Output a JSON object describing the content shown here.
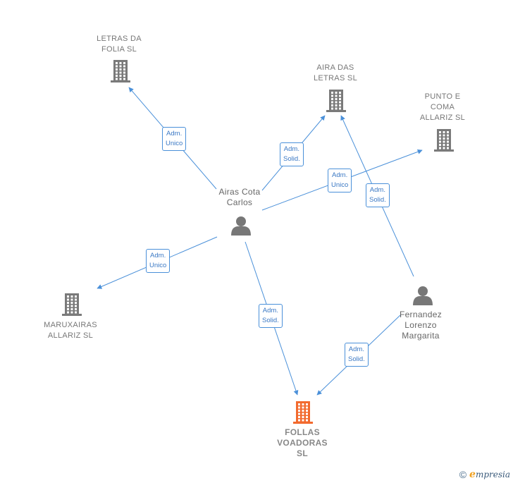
{
  "nodes": [
    {
      "id": "letras_folia",
      "kind": "company",
      "label": "LETRAS DA\nFOLIA  SL"
    },
    {
      "id": "aira_letras",
      "kind": "company",
      "label": "AIRA DAS\nLETRAS SL"
    },
    {
      "id": "punto_coma",
      "kind": "company",
      "label": "PUNTO E\nCOMA\nALLARIZ  SL"
    },
    {
      "id": "maruxairas",
      "kind": "company",
      "label": "MARUXAIRAS\nALLARIZ  SL"
    },
    {
      "id": "follas",
      "kind": "focus",
      "label": "FOLLAS\nVOADORAS\nSL"
    },
    {
      "id": "airas_cota",
      "kind": "person",
      "label": "Airas Cota\nCarlos"
    },
    {
      "id": "fernandez",
      "kind": "person",
      "label": "Fernandez\nLorenzo\nMargarita"
    }
  ],
  "edges": [
    {
      "from": "airas_cota",
      "to": "letras_folia",
      "label": "Adm.\nUnico"
    },
    {
      "from": "airas_cota",
      "to": "aira_letras",
      "label": "Adm.\nSolid."
    },
    {
      "from": "airas_cota",
      "to": "punto_coma",
      "label": "Adm.\nUnico"
    },
    {
      "from": "airas_cota",
      "to": "maruxairas",
      "label": "Adm.\nUnico"
    },
    {
      "from": "airas_cota",
      "to": "follas",
      "label": "Adm.\nSolid."
    },
    {
      "from": "fernandez",
      "to": "aira_letras",
      "label": "Adm.\nSolid."
    },
    {
      "from": "fernandez",
      "to": "follas",
      "label": "Adm.\nSolid."
    }
  ],
  "colors": {
    "edge": "#4a90d9",
    "company_icon": "#7a7a7a",
    "focus_icon": "#f26a2e",
    "person_icon": "#777777"
  },
  "watermark": {
    "copyright": "©",
    "brand_initial": "e",
    "brand_rest": "mpresia"
  }
}
